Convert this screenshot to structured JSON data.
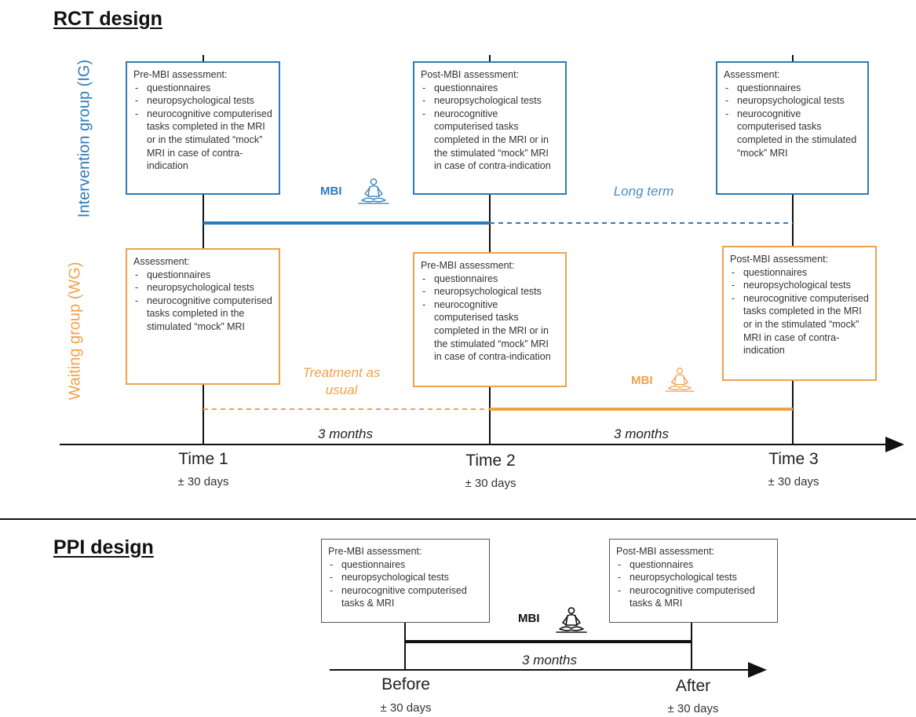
{
  "rct": {
    "heading": "RCT design",
    "ig_label": "Intervention group (IG)",
    "wg_label": "Waiting group (WG)",
    "colors": {
      "ig": "#2f7bb8",
      "wg": "#f0a24a",
      "axis": "#111111"
    },
    "ig_boxes": [
      {
        "title": "Pre-MBI assessment:",
        "items": [
          "questionnaires",
          "neuropsychological tests",
          "neurocognitive computerised tasks completed in the MRI or in the stimulated “mock” MRI in case of contra-indication"
        ]
      },
      {
        "title": "Post-MBI assessment:",
        "items": [
          "questionnaires",
          "neuropsychological tests",
          "neurocognitive computerised tasks completed in the MRI or in the stimulated “mock” MRI in case of contra-indication"
        ]
      },
      {
        "title": "Assessment:",
        "items": [
          "questionnaires",
          "neuropsychological tests",
          "neurocognitive computerised tasks completed in the stimulated “mock” MRI"
        ]
      }
    ],
    "wg_boxes": [
      {
        "title": "Assessment:",
        "items": [
          "questionnaires",
          "neuropsychological tests",
          "neurocognitive computerised tasks completed in the stimulated “mock” MRI"
        ]
      },
      {
        "title": "Pre-MBI assessment:",
        "items": [
          "questionnaires",
          "neuropsychological tests",
          "neurocognitive computerised tasks completed in the MRI or in the stimulated “mock” MRI in case of contra-indication"
        ]
      },
      {
        "title": "Post-MBI assessment:",
        "items": [
          "questionnaires",
          "neuropsychological tests",
          "neurocognitive computerised tasks completed in the MRI or in the stimulated “mock” MRI in case of contra-indication"
        ]
      }
    ],
    "ig_mbi_label": "MBI",
    "ig_long_term": "Long term",
    "wg_treatment": "Treatment as usual",
    "wg_mbi_label": "MBI",
    "interval_1": "3 months",
    "interval_2": "3 months",
    "times": [
      {
        "label": "Time 1",
        "window": "± 30 days"
      },
      {
        "label": "Time 2",
        "window": "± 30 days"
      },
      {
        "label": "Time 3",
        "window": "± 30 days"
      }
    ]
  },
  "ppi": {
    "heading": "PPI design",
    "boxes": [
      {
        "title": "Pre-MBI assessment:",
        "items": [
          "questionnaires",
          "neuropsychological tests",
          "neurocognitive computerised tasks & MRI"
        ]
      },
      {
        "title": "Post-MBI assessment:",
        "items": [
          "questionnaires",
          "neuropsychological tests",
          "neurocognitive computerised tasks & MRI"
        ]
      }
    ],
    "mbi_label": "MBI",
    "interval": "3 months",
    "times": [
      {
        "label": "Before",
        "window": "± 30 days"
      },
      {
        "label": "After",
        "window": "± 30 days"
      }
    ]
  },
  "icons": [
    "meditation-icon"
  ]
}
